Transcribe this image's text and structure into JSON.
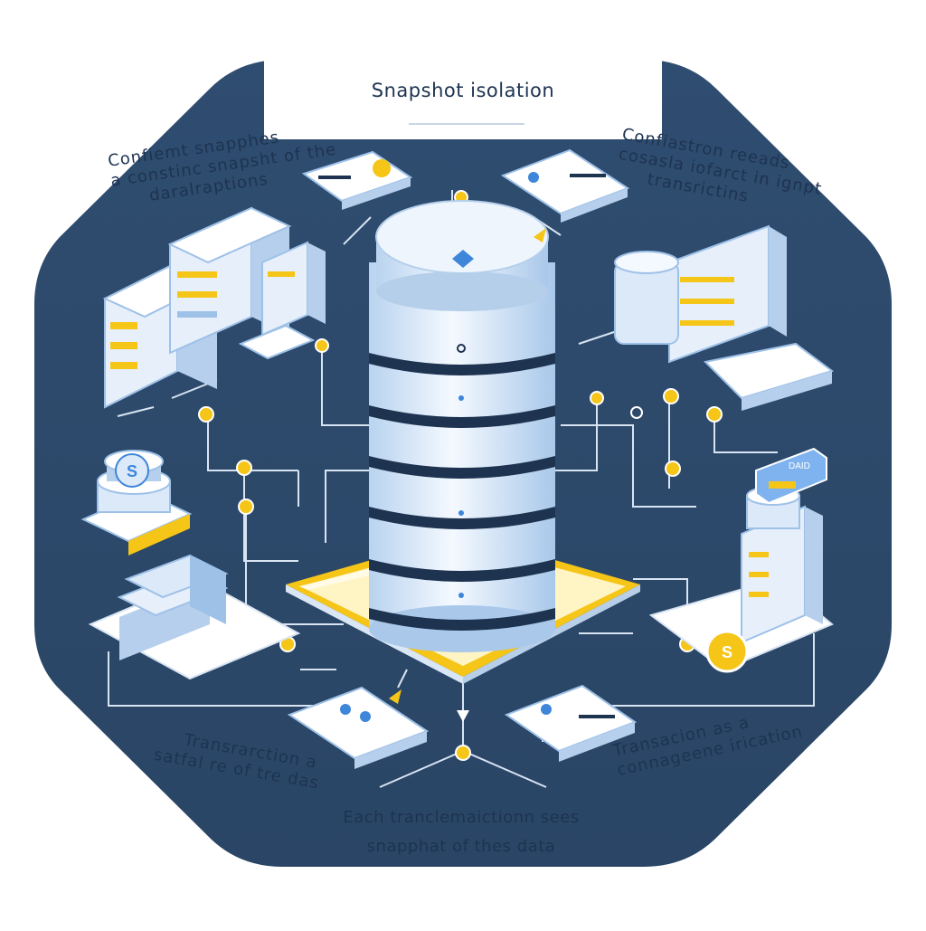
{
  "title": "Snapshot isolation",
  "callouts": {
    "top_left": [
      "Confiemt snapphes",
      "a constinc snapsht of the",
      "daralraptions"
    ],
    "top_right": [
      "Confiastron reeads",
      "cosasla iofarct in ignpt",
      "transrictins"
    ],
    "bottom_left": [
      "Transrarction a",
      "satfal re of tre das"
    ],
    "bottom_right": [
      "Transacion as a",
      "connageene irication"
    ],
    "bottom_center": [
      "Each tranclemaictionn sees",
      "snapphat of thes data"
    ]
  },
  "coins": {
    "left": "S",
    "right": "S"
  },
  "tag": "DAID",
  "colors": {
    "panel": "#2d4a6b",
    "panel_dark": "#243d5a",
    "accent": "#f5c518",
    "light_blue": "#dce9f8",
    "mid_blue": "#9ec1e8",
    "navy": "#1d3350",
    "line": "#d8e4f2"
  }
}
